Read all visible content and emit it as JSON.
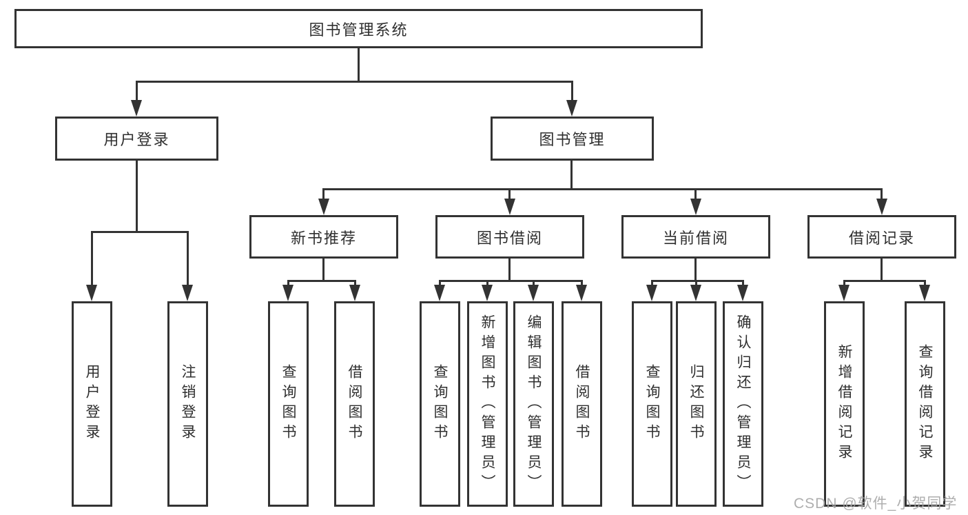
{
  "tree": {
    "root": {
      "label": "图书管理系统"
    },
    "branches": [
      {
        "label": "用户登录",
        "children": [
          {
            "label": "用户登录"
          },
          {
            "label": "注销登录"
          }
        ]
      },
      {
        "label": "图书管理",
        "groups": [
          {
            "label": "新书推荐",
            "children": [
              {
                "label": "查询图书"
              },
              {
                "label": "借阅图书"
              }
            ]
          },
          {
            "label": "图书借阅",
            "children": [
              {
                "label": "查询图书"
              },
              {
                "label": "新增图书（管理员）"
              },
              {
                "label": "编辑图书（管理员）"
              },
              {
                "label": "借阅图书"
              }
            ]
          },
          {
            "label": "当前借阅",
            "children": [
              {
                "label": "查询图书"
              },
              {
                "label": "归还图书"
              },
              {
                "label": "确认归还（管理员）"
              }
            ]
          },
          {
            "label": "借阅记录",
            "children": [
              {
                "label": "新增借阅记录"
              },
              {
                "label": "查询借阅记录"
              }
            ]
          }
        ]
      }
    ]
  },
  "watermark": {
    "text": "CSDN @软件_小贺同学"
  },
  "colors": {
    "line": "#333333",
    "text": "#2f2f2f",
    "watermark": "#a6a6a6",
    "background": "#ffffff"
  }
}
